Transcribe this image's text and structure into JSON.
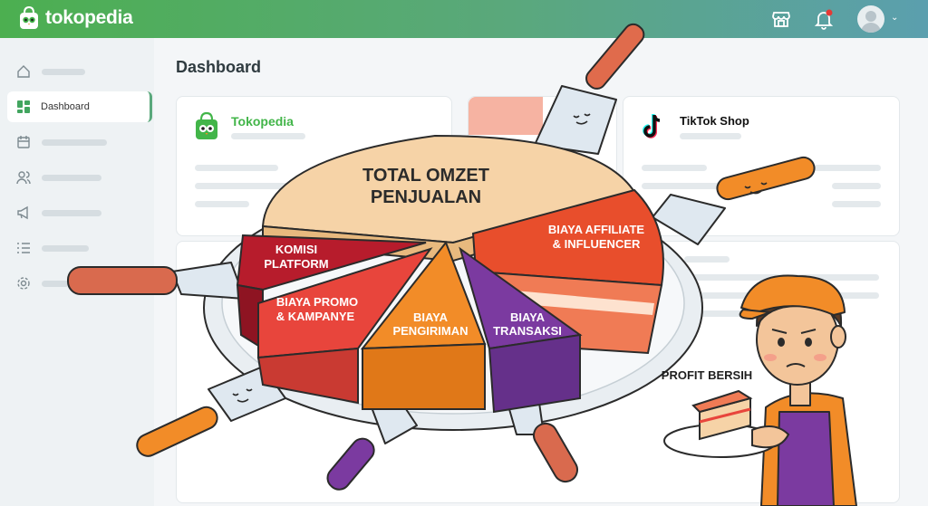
{
  "header": {
    "logo_text": "tokopedia",
    "store_icon": "store-icon",
    "bell_icon": "bell-icon",
    "avatar_icon": "user-avatar",
    "caret_icon": "chevron-down-icon",
    "colors": {
      "bar_start": "#4caf50",
      "bar_end": "#5b9fae"
    }
  },
  "sidebar": {
    "items": [
      {
        "icon": "home-icon"
      },
      {
        "icon": "dashboard-icon",
        "label": "Dashboard"
      },
      {
        "icon": "calendar-icon"
      },
      {
        "icon": "users-icon"
      },
      {
        "icon": "megaphone-icon"
      },
      {
        "icon": "list-icon"
      },
      {
        "icon": "gear-icon"
      }
    ]
  },
  "main": {
    "title": "Dashboard",
    "cards": {
      "tokopedia": {
        "title": "Tokopedia",
        "color": "#42b549"
      },
      "tiktok": {
        "title": "TikTok Shop",
        "color": "#111111"
      }
    }
  },
  "illustration": {
    "center": "TOTAL OMZET\nPENJUALAN",
    "slices": [
      {
        "label": "KOMISI\nPLATFORM",
        "color": "#b71c2c"
      },
      {
        "label": "BIAYA PROMO\n& KAMPANYE",
        "color": "#e8453c"
      },
      {
        "label": "BIAYA\nPENGIRIMAN",
        "color": "#f28c28"
      },
      {
        "label": "BIAYA\nTRANSAKSI",
        "color": "#7b3aa0"
      },
      {
        "label": "BIAYA AFFILIATE\n& INFLUENCER",
        "color": "#e84e2c"
      }
    ],
    "profit_label": "PROFIT BERSIH",
    "center_color": "#f6d3a7"
  }
}
